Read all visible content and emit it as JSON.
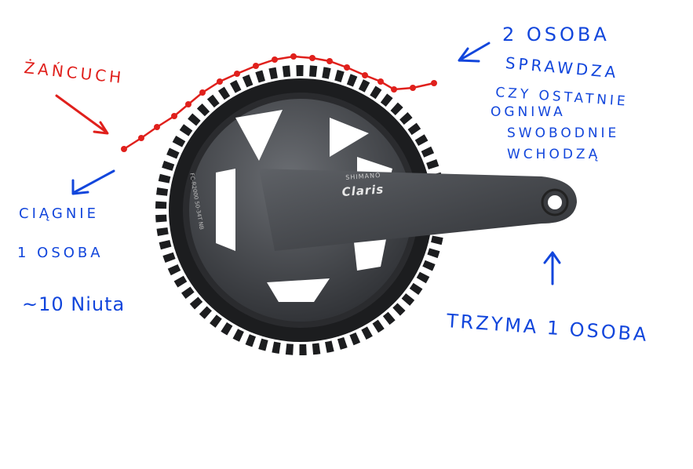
{
  "annotations": {
    "chain_label": "ŻAŃCUCH",
    "person2": [
      "2 OSOBA",
      "SPRAWDZA",
      "CZY OSTATNIE",
      "OGNIWA",
      "SWOBODNIE",
      "WCHODZĄ"
    ],
    "person1": [
      "CIĄGNIE",
      "1 OSOBA",
      "~10 Niuta"
    ],
    "holder": "TRZYMA 1 OSOBA"
  },
  "product": {
    "brand": "SHIMANO",
    "model": "Claris",
    "spec": "FC-R2000 50-34T NB"
  },
  "colors": {
    "annotation_blue": "#1246dc",
    "annotation_red": "#e0201c",
    "crank": "#44474c"
  }
}
